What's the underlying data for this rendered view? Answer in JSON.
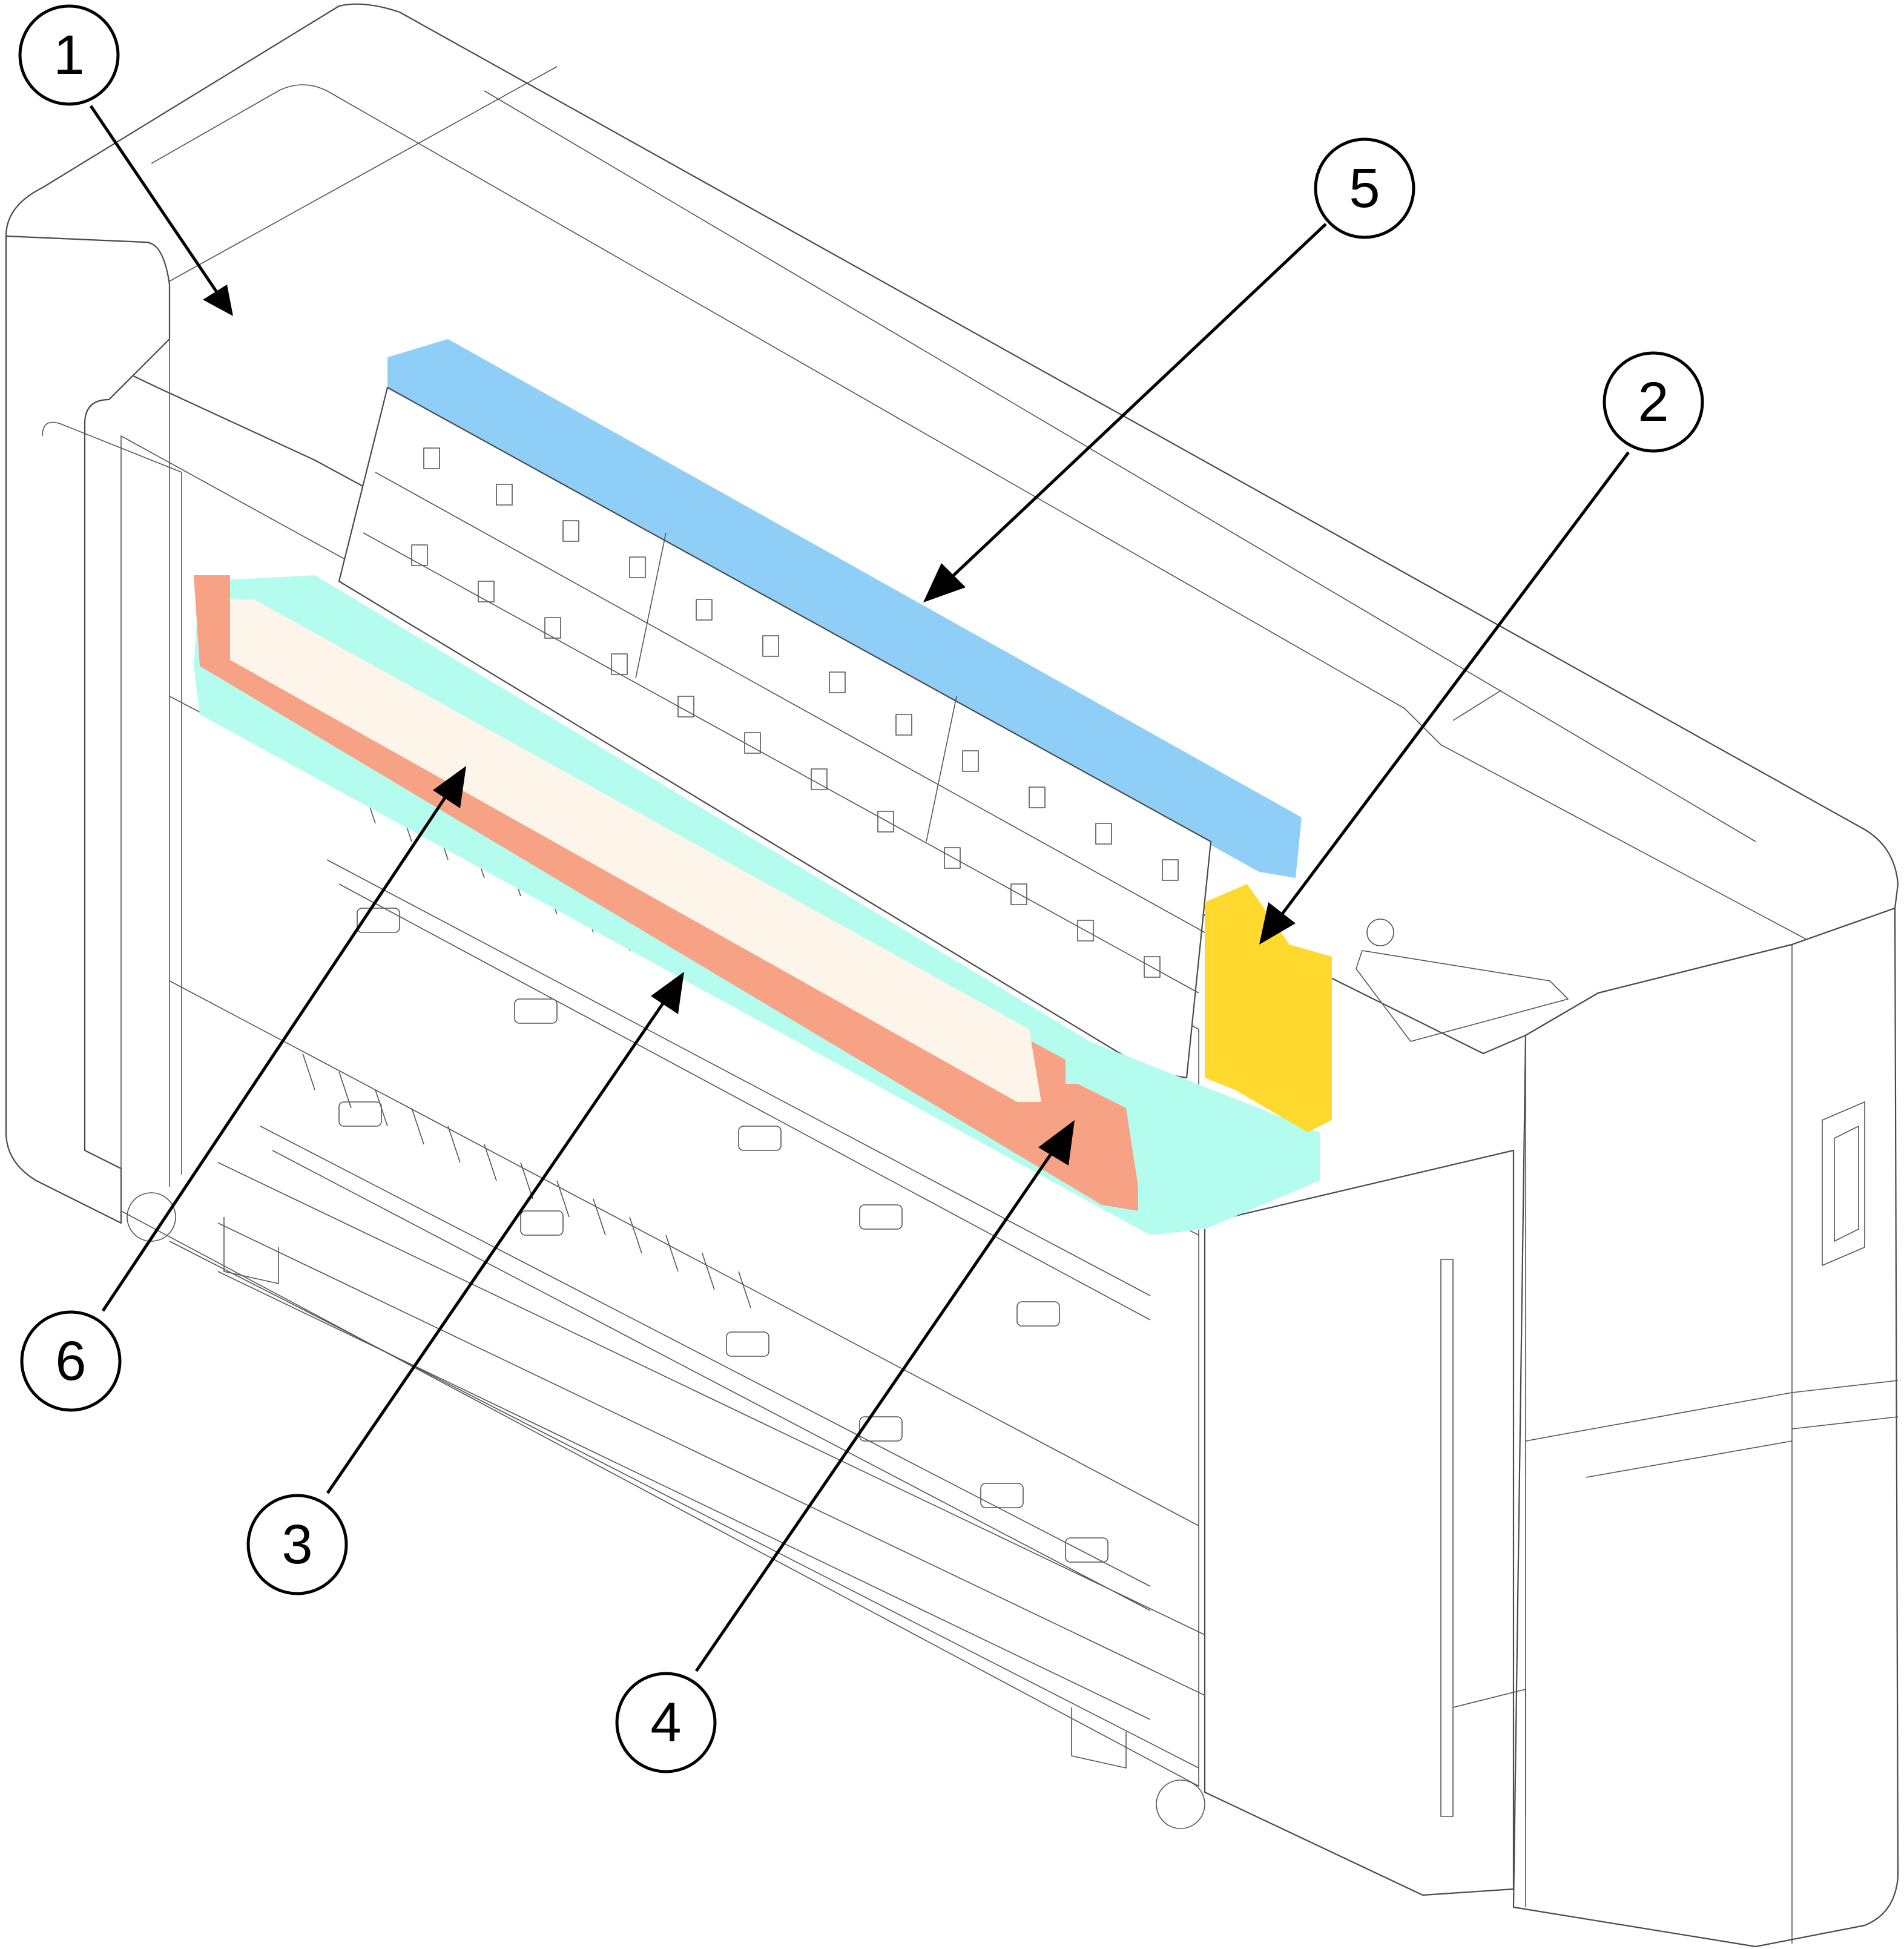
{
  "colors": {
    "part_5": "#8fcff7",
    "part_2": "#ffd92e",
    "part_3": "#b4fcee",
    "part_4": "#f7a285",
    "part_6": "#fdf5e9",
    "outline": "#4a4a4a",
    "callout": "#000000"
  },
  "callouts": [
    {
      "id": "1",
      "label": "1"
    },
    {
      "id": "2",
      "label": "2"
    },
    {
      "id": "3",
      "label": "3"
    },
    {
      "id": "4",
      "label": "4"
    },
    {
      "id": "5",
      "label": "5"
    },
    {
      "id": "6",
      "label": "6"
    }
  ]
}
